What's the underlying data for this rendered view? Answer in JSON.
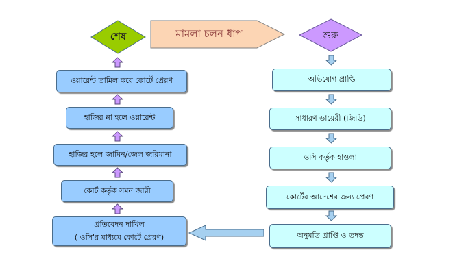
{
  "title": "মামলা চলন ধাপ",
  "start_label": "শুরু",
  "end_label": "শেষ",
  "right_steps": [
    "অভিযোগ প্রাপ্তি",
    "সাধারণ ডায়েরী (জিডি)",
    "ওসি কর্তৃক হাওলা",
    "কোর্টের আদেশের জন্য প্রেরণ",
    "অনুমতি প্রাপ্তি ও তদন্ত"
  ],
  "left_steps": {
    "report_line1": "প্রতিবেদন দাখিল",
    "report_line2": "( ওসি'র মাধ্যমে কোর্টে প্রেরণ)",
    "summons": "কোর্ট কর্তৃক সমন জারী",
    "present": "হাজির হলে জামিন/জেল জরিমানা",
    "absent": "হাজির না হলে ওয়ারেন্ট",
    "warrant": "ওয়ারেন্ট তামিল করে কোর্টে প্রেরণ"
  },
  "colors": {
    "end": "#99cc00",
    "start": "#cc99ff",
    "title": "#fcd5b4",
    "left_box": "#99ccff",
    "right_box": "#ccffff",
    "up_arrow": "#cc99ff",
    "down_arrow": "#a6d0f0"
  }
}
